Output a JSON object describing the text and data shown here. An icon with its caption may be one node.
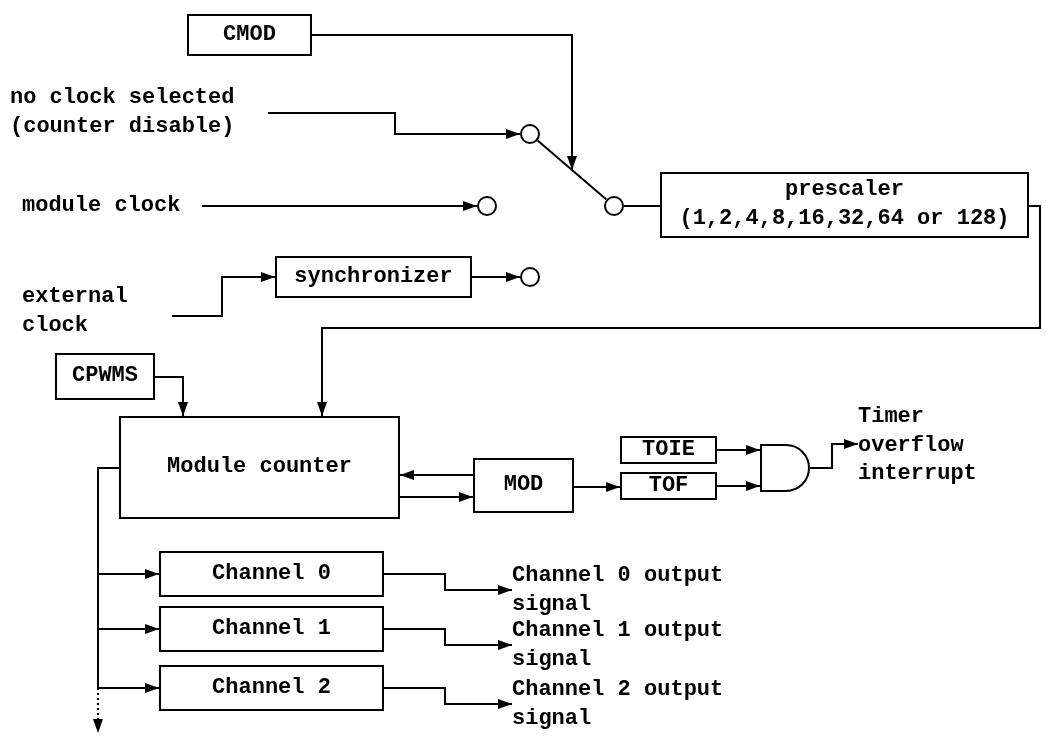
{
  "diagram": {
    "nodes": [
      {
        "text": [
          "CMOD"
        ]
      },
      {
        "text": [
          "no clock selected (counter disable)"
        ]
      },
      {
        "text": [],
        "shape": "circle"
      },
      {
        "text": [
          "module clock"
        ]
      },
      {
        "text": [],
        "shape": "circle"
      },
      {
        "text": [
          "external clock"
        ]
      },
      {
        "text": [
          "synchronizer"
        ]
      },
      {
        "text": [],
        "shape": "circle"
      },
      {
        "text": [],
        "shape": "circle"
      },
      {
        "text": [
          "prescaler (1,2,4,8,16,32,64 or 128)"
        ]
      },
      {
        "text": [
          "CPWMS"
        ]
      },
      {
        "text": [
          "Module counter"
        ]
      },
      {
        "text": [
          "MOD"
        ]
      },
      {
        "text": [
          "TOIE"
        ]
      },
      {
        "text": [
          "TOF"
        ]
      },
      {
        "text": [],
        "shape": "gate"
      },
      {
        "text": [
          "Timer overflow interrupt"
        ]
      },
      {
        "text": [
          "Channel 0"
        ]
      },
      {
        "text": [
          "Channel 1"
        ]
      },
      {
        "text": [
          "Channel 2"
        ]
      },
      {
        "text": [
          "Channel 0 output signal"
        ]
      },
      {
        "text": [
          "Channel 1 output signal"
        ]
      },
      {
        "text": [
          "Channel 2 output signal"
        ]
      }
    ],
    "edges": [
      {
        "from": 0,
        "to": null,
        "arrow": "to"
      },
      {
        "from": 1,
        "to": 2,
        "arrow": "to"
      },
      {
        "from": 3,
        "to": 4,
        "arrow": "to"
      },
      {
        "from": 5,
        "to": 6,
        "arrow": "to"
      },
      {
        "from": 6,
        "to": 7,
        "arrow": "to"
      },
      {
        "from": 8,
        "to": 2,
        "arrow": "none"
      },
      {
        "from": 8,
        "to": 9,
        "arrow": "none"
      },
      {
        "from": 9,
        "to": 11,
        "arrow": "to"
      },
      {
        "from": 10,
        "to": 11,
        "arrow": "to"
      },
      {
        "from": 12,
        "to": 11,
        "arrow": "to"
      },
      {
        "from": 11,
        "to": 12,
        "arrow": "to"
      },
      {
        "from": 12,
        "to": 14,
        "arrow": "to"
      },
      {
        "from": 13,
        "to": 15,
        "arrow": "to"
      },
      {
        "from": 14,
        "to": 15,
        "arrow": "to"
      },
      {
        "from": 15,
        "to": 16,
        "arrow": "to"
      },
      {
        "from": 11,
        "to": 17,
        "arrow": "to"
      },
      {
        "from": 11,
        "to": 18,
        "arrow": "to"
      },
      {
        "from": 11,
        "to": 19,
        "arrow": "to"
      },
      {
        "from": 11,
        "to": null,
        "arrow": "to",
        "style": "dashed"
      },
      {
        "from": 17,
        "to": 20,
        "arrow": "to"
      },
      {
        "from": 18,
        "to": 21,
        "arrow": "to"
      },
      {
        "from": 19,
        "to": 22,
        "arrow": "to"
      }
    ]
  }
}
